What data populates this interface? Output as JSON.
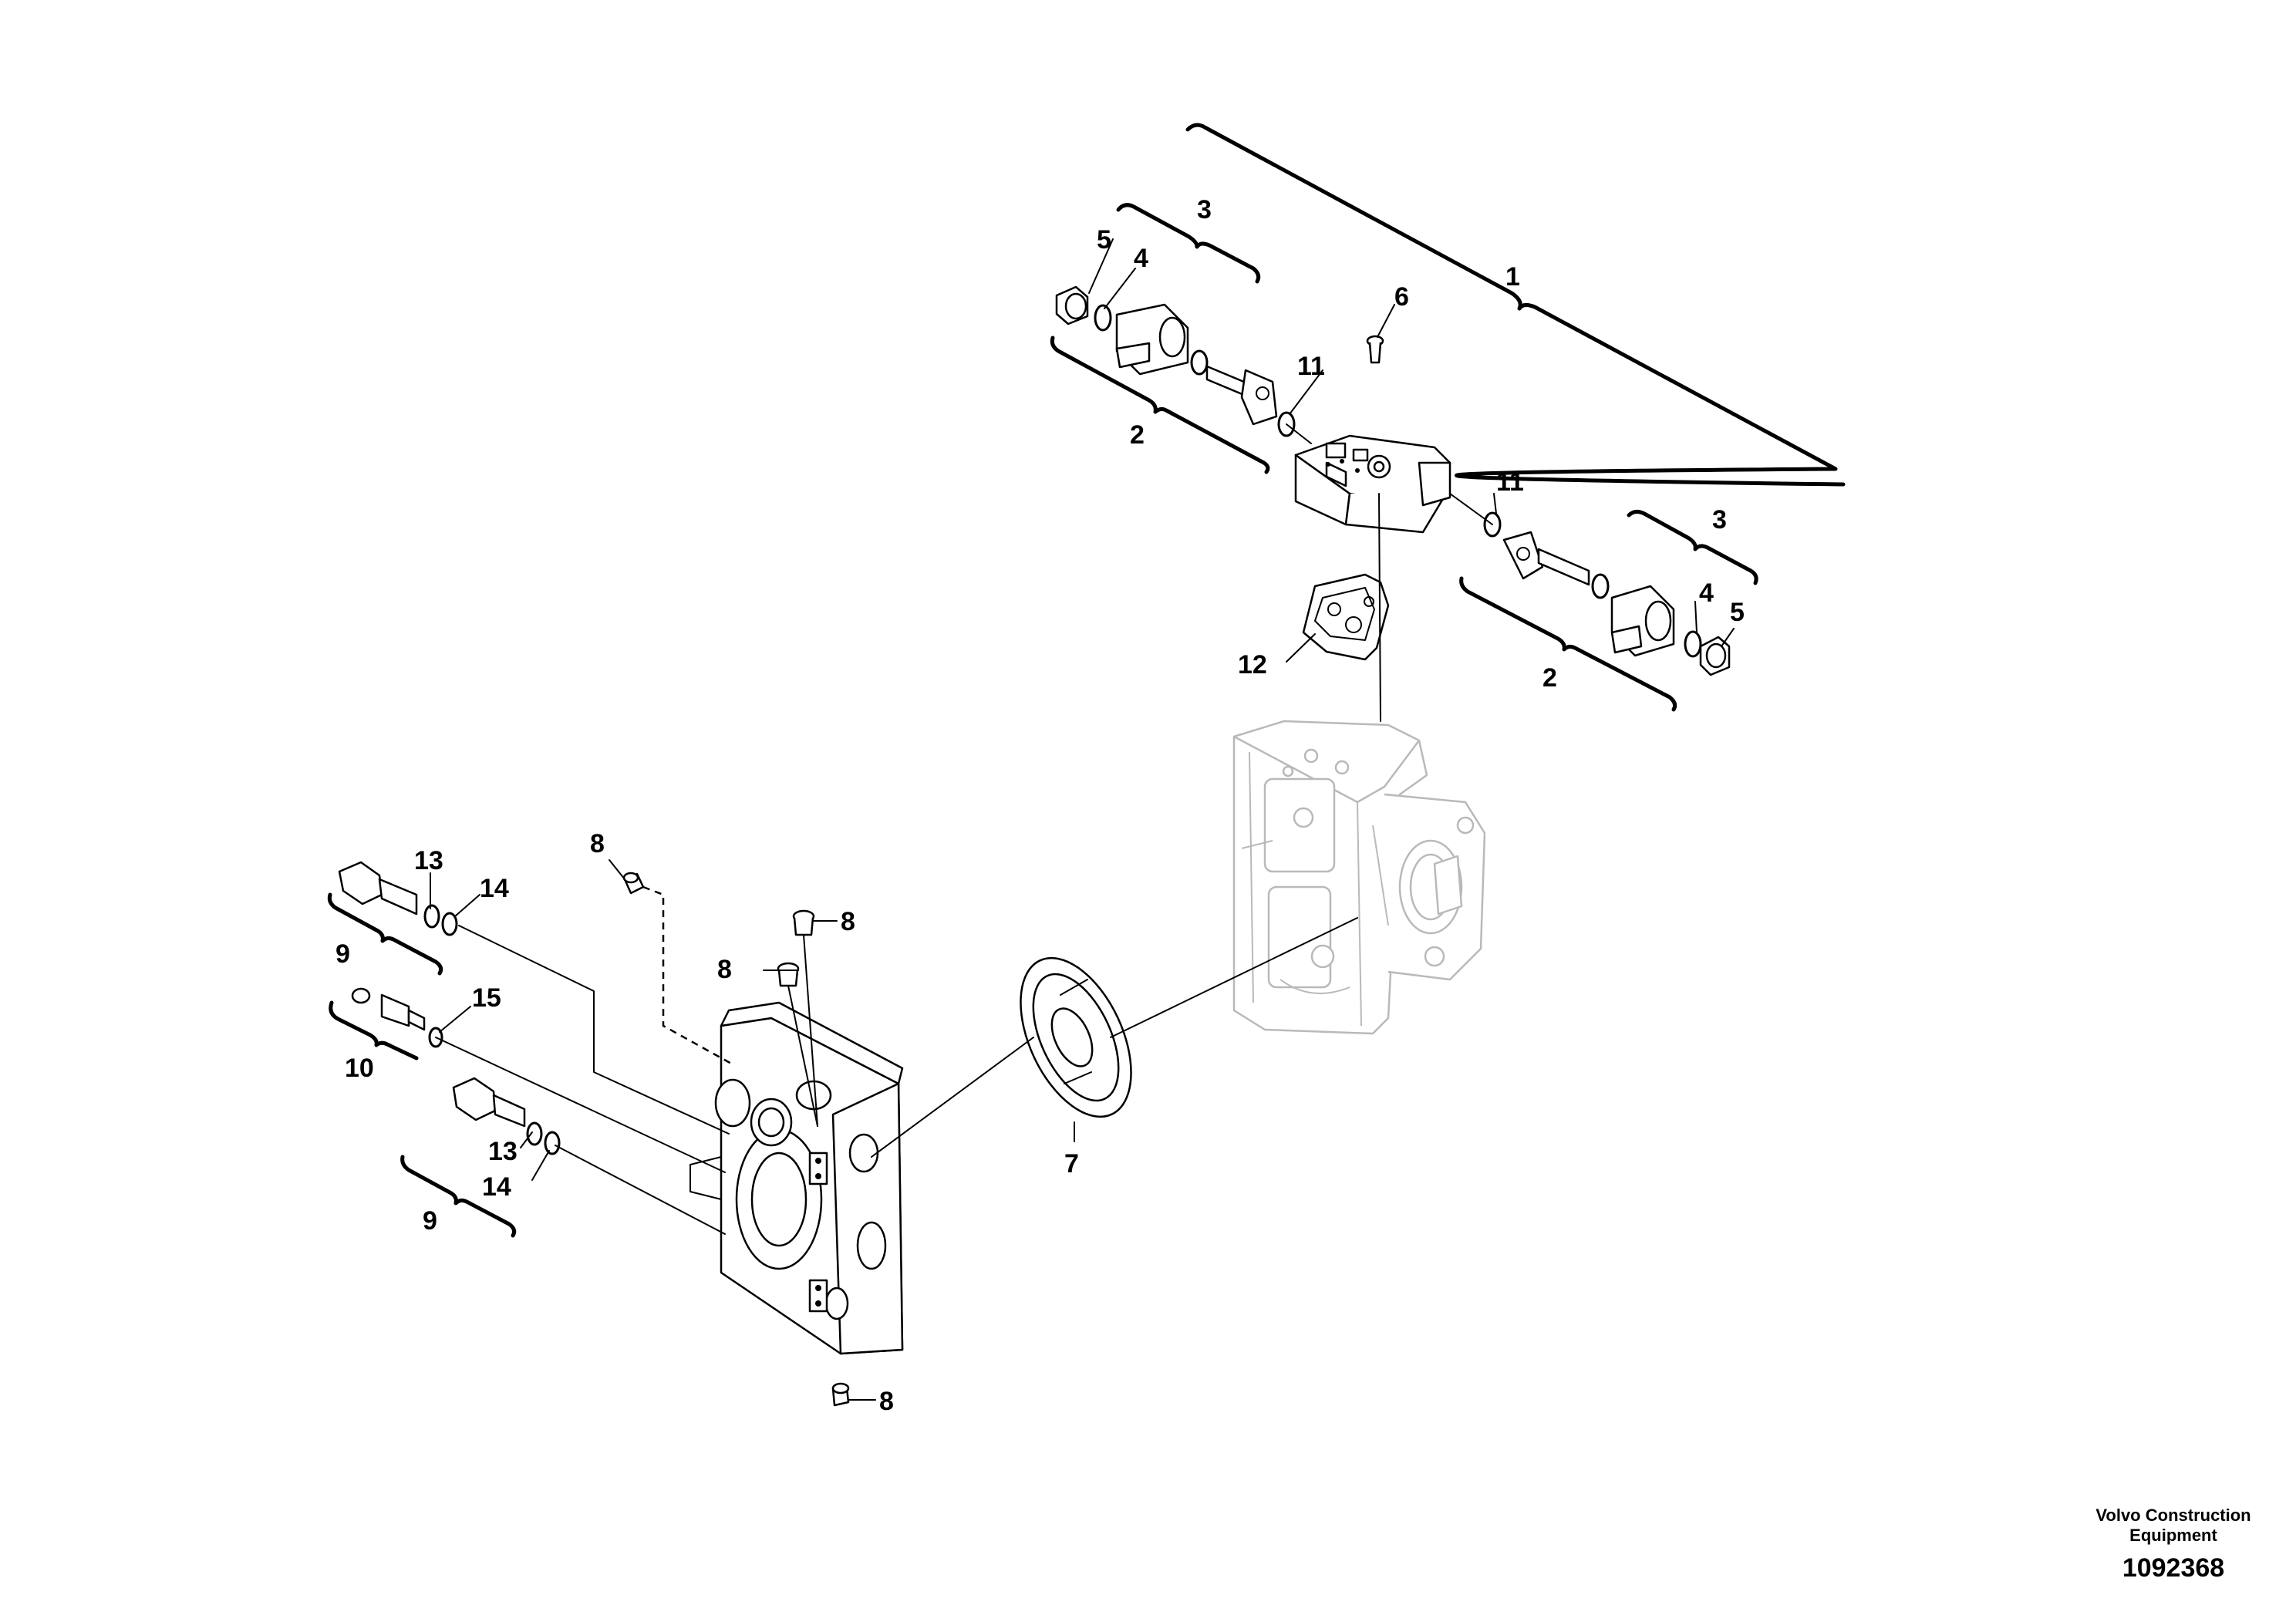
{
  "diagram": {
    "callouts": {
      "c1": "1",
      "c2_top": "2",
      "c2_right": "2",
      "c3_top": "3",
      "c3_right": "3",
      "c4_top": "4",
      "c4_right": "4",
      "c5_top": "5",
      "c5_right": "5",
      "c6": "6",
      "c7": "7",
      "c8_a": "8",
      "c8_b": "8",
      "c8_c": "8",
      "c8_d": "8",
      "c9_top": "9",
      "c9_bottom": "9",
      "c10": "10",
      "c11_top": "11",
      "c11_right": "11",
      "c12": "12",
      "c13_top": "13",
      "c13_bottom": "13",
      "c14_top": "14",
      "c14_bottom": "14",
      "c15": "15"
    }
  },
  "footer": {
    "company_line1": "Volvo Construction",
    "company_line2": "Equipment",
    "drawing_number": "1092368"
  }
}
